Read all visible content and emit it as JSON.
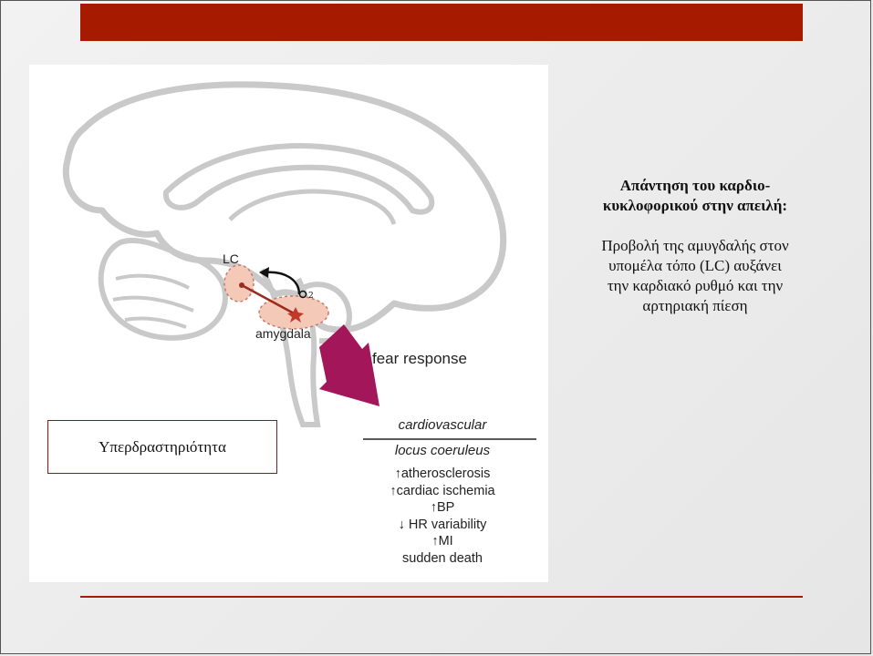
{
  "slide": {
    "accent_color": "#a61a00"
  },
  "figure": {
    "lc_label": "LC",
    "amygdala_label": "amygdala",
    "fear_label": "fear response",
    "cardiovascular_label": "cardiovascular",
    "locus_label": "locus coeruleus",
    "effects": [
      {
        "arrow": "↑",
        "text": "atherosclerosis"
      },
      {
        "arrow": "↑",
        "text": "cardiac ischemia"
      },
      {
        "arrow": "↑",
        "text": "BP"
      },
      {
        "arrow": "↓",
        "text": " HR variability"
      },
      {
        "arrow": "↑",
        "text": "MI"
      },
      {
        "arrow": "",
        "text": "sudden death"
      }
    ]
  },
  "callout": {
    "text": "Υπερδραστηριότητα"
  },
  "right_panel": {
    "heading_line1": "Απάντηση του καρδιο-",
    "heading_line2": "κυκλοφορικού στην απειλή:",
    "body_line1": "Προβολή της αμυγδαλής στον",
    "body_line2": "υπομέλα τόπο (LC) αυξάνει",
    "body_line3": "την καρδιακό ρυθμό και την",
    "body_line4": "αρτηριακή πίεση"
  }
}
